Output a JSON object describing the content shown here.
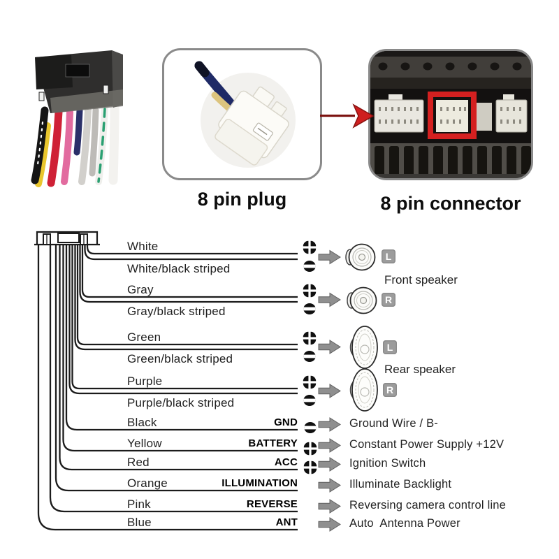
{
  "title_captions": {
    "plug": "8 pin plug",
    "connector": "8 pin connector"
  },
  "speaker_section": {
    "front_label": "Front speaker",
    "rear_label": "Rear speaker",
    "pairs": [
      {
        "positive_wire": "White",
        "negative_wire": "White/black striped",
        "channel": "L"
      },
      {
        "positive_wire": "Gray",
        "negative_wire": "Gray/black striped",
        "channel": "R"
      },
      {
        "positive_wire": "Green",
        "negative_wire": "Green/black striped",
        "channel": "L"
      },
      {
        "positive_wire": "Purple",
        "negative_wire": "Purple/black striped",
        "channel": "R"
      }
    ]
  },
  "power_section": {
    "wires": [
      {
        "color": "Black",
        "terminal": "GND",
        "polarity": "minus",
        "function": "Ground Wire / B-"
      },
      {
        "color": "Yellow",
        "terminal": "BATTERY",
        "polarity": "plus",
        "function": "Constant Power Supply +12V"
      },
      {
        "color": "Red",
        "terminal": "ACC",
        "polarity": "plus",
        "function": "Ignition Switch"
      },
      {
        "color": "Orange",
        "terminal": "ILLUMINATION",
        "polarity": "none",
        "function": "Illuminate Backlight"
      },
      {
        "color": "Pink",
        "terminal": "REVERSE",
        "polarity": "none",
        "function": "Reversing camera control line"
      },
      {
        "color": "Blue",
        "terminal": "ANT",
        "polarity": "none",
        "function": "Auto  Antenna Power"
      }
    ]
  },
  "colors": {
    "wire_line_black": "#1b1b1b",
    "flow_arrow_gray": "#8f8f8f",
    "channel_badge_gray": "#9c9c9c",
    "highlight_box_red": "#d42020",
    "pointer_arrow_red": "#cf1f1f"
  }
}
